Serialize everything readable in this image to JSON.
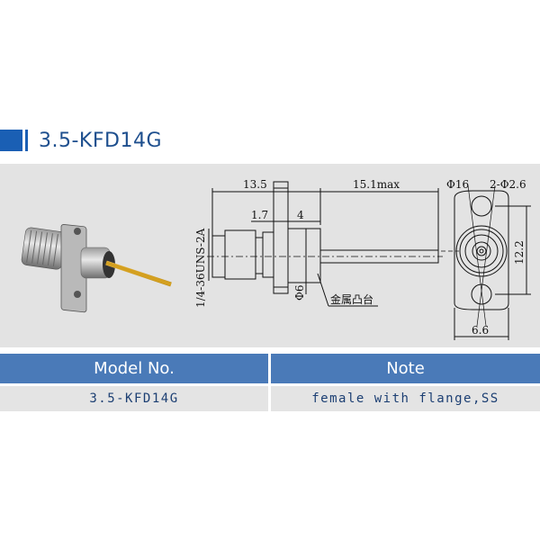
{
  "header": {
    "title": "3.5-KFD14G",
    "accent_color": "#1a5fb4"
  },
  "drawing": {
    "photo_label": "connector-photo",
    "dimensions": {
      "overall_length": "13.5",
      "pin_length": "15.1max",
      "step_a": "1.7",
      "step_b": "4",
      "thread": "1/4-36UNS-2A",
      "body_diameter": "Φ6",
      "material_note": "金属凸台",
      "flange_diameter": "Φ16",
      "mount_holes": "2-Φ2.6",
      "hole_spacing": "12.2",
      "flange_width": "6.6"
    }
  },
  "table": {
    "headers": [
      "Model No.",
      "Note"
    ],
    "rows": [
      [
        "3.5-KFD14G",
        "female with flange,SS"
      ]
    ],
    "header_color": "#4a7ab8"
  }
}
